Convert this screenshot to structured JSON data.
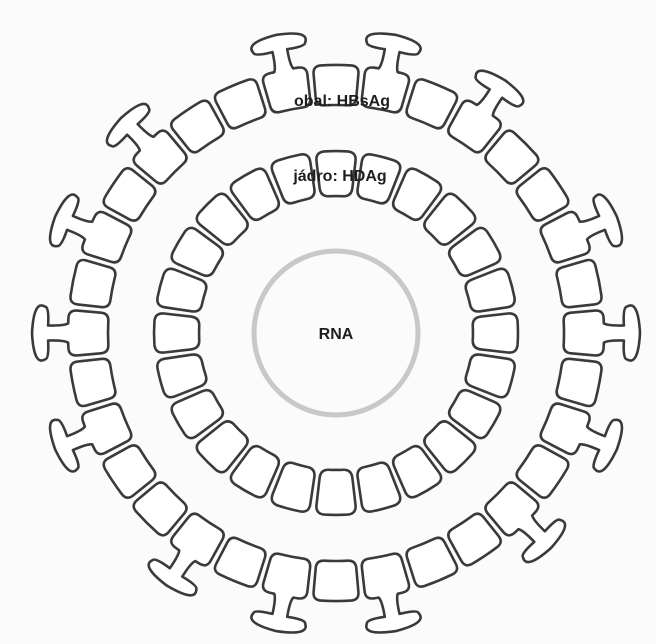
{
  "labels": {
    "envelope": "obal: HBsAg",
    "core": "jádro: HDAg",
    "genome": "RNA"
  },
  "structure": {
    "envelope_segments": 32,
    "envelope_spikes": 14,
    "core_segments": 24
  },
  "colors": {
    "outline": "#3a3a3a",
    "fill": "#ffffff",
    "rna_ring": "#c8c8c8",
    "background": "#fbfbfb"
  }
}
